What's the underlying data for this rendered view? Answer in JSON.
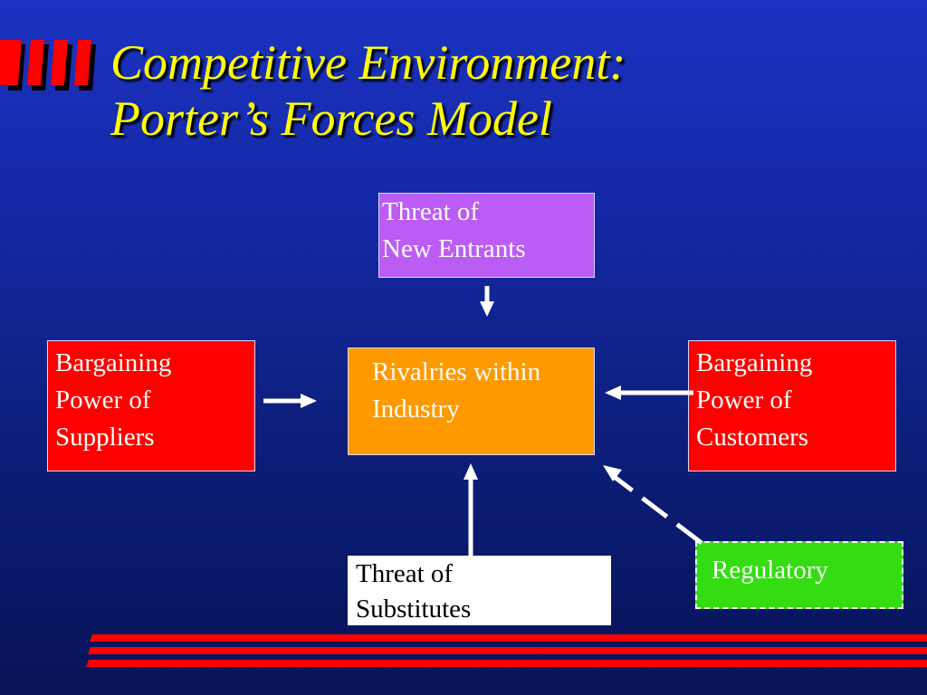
{
  "slide": {
    "title_line1": "Competitive Environment:",
    "title_line2": "Porter’s Forces Model"
  },
  "diagram": {
    "new_entrants": {
      "line1": "Threat of",
      "line2": "New Entrants"
    },
    "suppliers": {
      "line1": "Bargaining",
      "line2": "Power of",
      "line3": "Suppliers"
    },
    "rivalry": {
      "line1": "Rivalries within",
      "line2": "Industry"
    },
    "customers": {
      "line1": "Bargaining",
      "line2": "Power of",
      "line3": "Customers"
    },
    "substitutes": {
      "line1": "Threat of",
      "line2": "Substitutes"
    },
    "regulatory": {
      "line1": "Regulatory"
    }
  },
  "colors": {
    "background": "#1429a6",
    "title": "#ffff00",
    "new_entrants_box": "#bb5cf5",
    "power_boxes": "#ff0000",
    "rivalry_box": "#ff9900",
    "substitutes_box": "#ffffff",
    "regulatory_box": "#33dd11",
    "arrows": "#ffffff",
    "decor_stripes": "#ff0000"
  }
}
